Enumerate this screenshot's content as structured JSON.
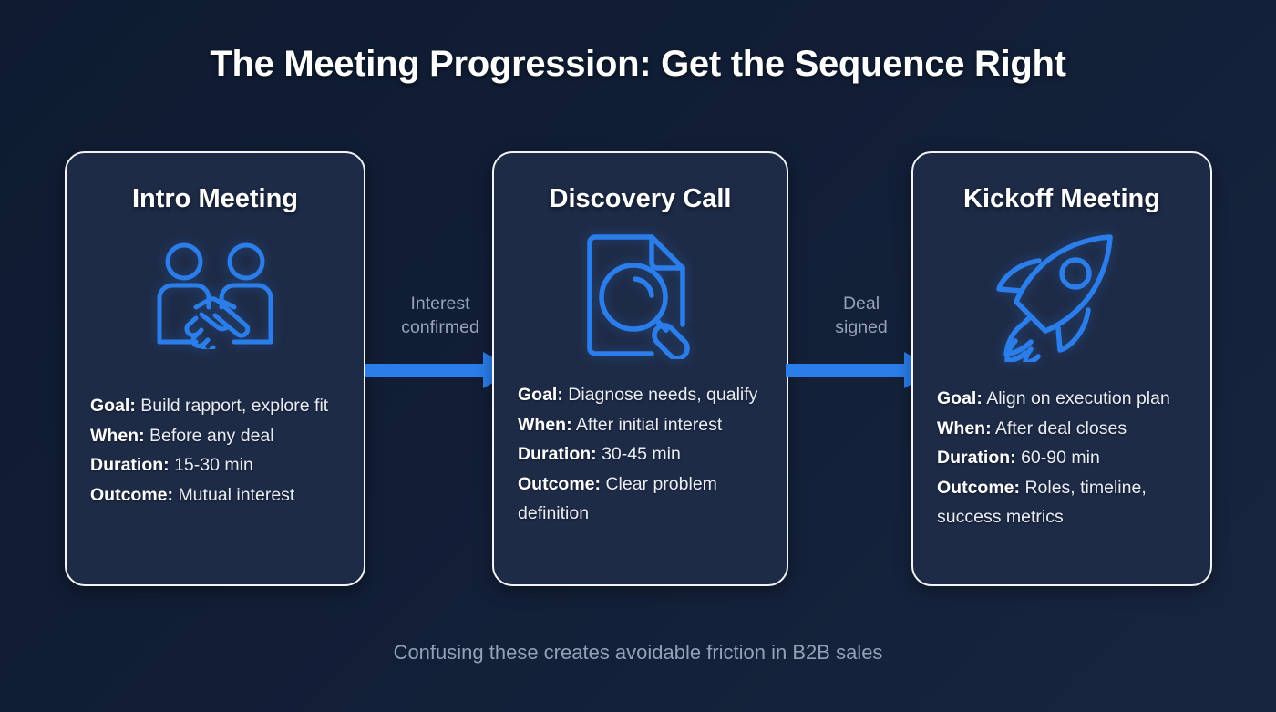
{
  "title": "The Meeting Progression: Get the Sequence Right",
  "footer": "Confusing these creates avoidable friction in B2B sales",
  "colors": {
    "background": "#0e1b31",
    "card_fill": "#1e2b47",
    "card_border": "#f2f4f8",
    "accent_blue": "#2b7de9",
    "title_text": "#ffffff",
    "body_text": "#e9edf5",
    "muted_text": "#98a2b6"
  },
  "cards": [
    {
      "title": "Intro Meeting",
      "icon": "handshake-icon",
      "details": [
        {
          "key": "Goal:",
          "value": "Build rapport, explore fit"
        },
        {
          "key": "When:",
          "value": "Before any deal"
        },
        {
          "key": "Duration:",
          "value": "15-30 min"
        },
        {
          "key": "Outcome:",
          "value": "Mutual interest"
        }
      ]
    },
    {
      "title": "Discovery Call",
      "icon": "document-search-icon",
      "details": [
        {
          "key": "Goal:",
          "value": "Diagnose needs, qualify"
        },
        {
          "key": "When:",
          "value": "After initial interest"
        },
        {
          "key": "Duration:",
          "value": "30-45 min"
        },
        {
          "key": "Outcome:",
          "value": "Clear problem definition"
        }
      ]
    },
    {
      "title": "Kickoff Meeting",
      "icon": "rocket-icon",
      "details": [
        {
          "key": "Goal:",
          "value": "Align on execution plan"
        },
        {
          "key": "When:",
          "value": "After deal closes"
        },
        {
          "key": "Duration:",
          "value": "60-90 min"
        },
        {
          "key": "Outcome:",
          "value": "Roles, timeline, success metrics"
        }
      ]
    }
  ],
  "connectors": [
    {
      "label": "Interest\nconfirmed",
      "icon": "arrow-right-icon"
    },
    {
      "label": "Deal\nsigned",
      "icon": "arrow-right-icon"
    }
  ]
}
